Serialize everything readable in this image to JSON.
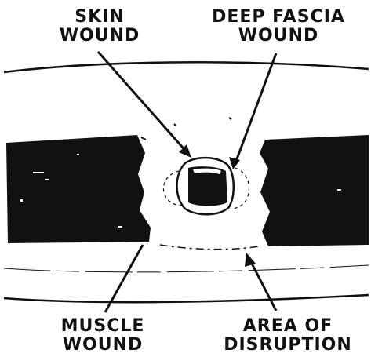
{
  "labels": {
    "skin_wound": [
      "SKIN",
      "WOUND"
    ],
    "deep_fascia_wound": [
      "DEEP FASCIA",
      "WOUND"
    ],
    "muscle_wound": [
      "MUSCLE",
      "WOUND"
    ],
    "area_of_disruption": [
      "AREA OF",
      "DISRUPTION"
    ]
  },
  "colors": {
    "ink": "#111111",
    "paper": "#ffffff"
  }
}
